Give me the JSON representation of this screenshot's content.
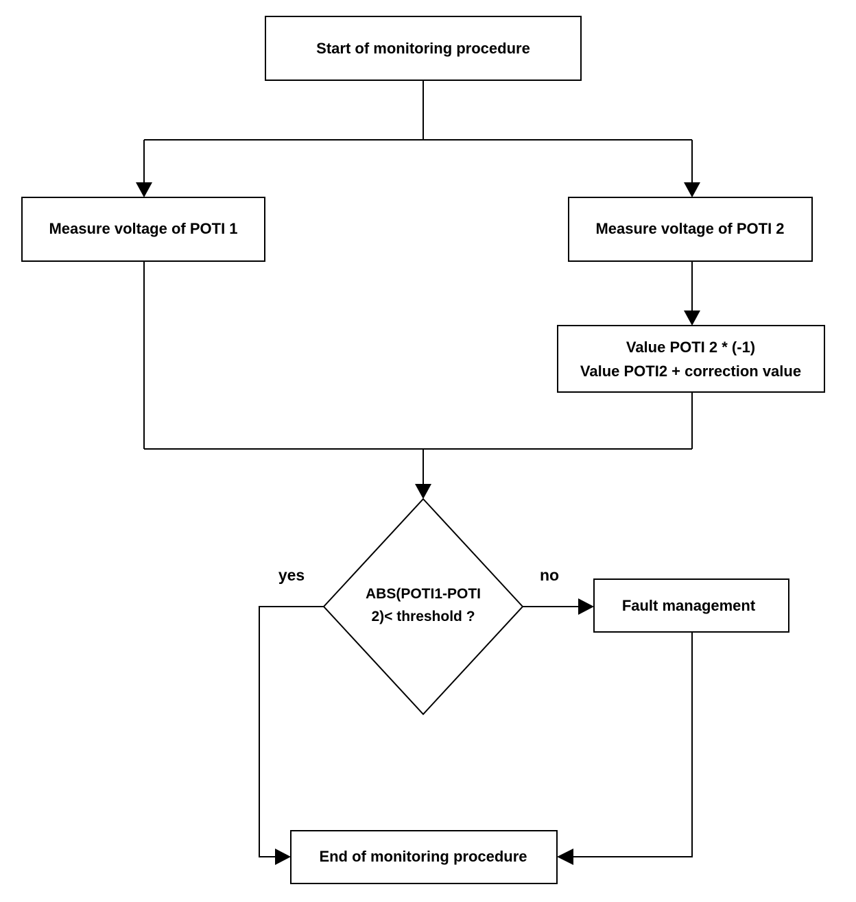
{
  "nodes": {
    "start": {
      "lines": [
        "Start of monitoring procedure"
      ]
    },
    "poti1": {
      "lines": [
        "Measure voltage of POTI 1"
      ]
    },
    "poti2": {
      "lines": [
        "Measure voltage of POTI 2"
      ]
    },
    "correction": {
      "lines": [
        "Value POTI 2 * (-1)",
        "Value POTI2 + correction value"
      ]
    },
    "decision": {
      "lines": [
        "ABS(POTI1-POTI",
        "2)< threshold ?"
      ]
    },
    "fault": {
      "lines": [
        "Fault management"
      ]
    },
    "end": {
      "lines": [
        "End of monitoring procedure"
      ]
    }
  },
  "edge_labels": {
    "yes": "yes",
    "no": "no"
  }
}
